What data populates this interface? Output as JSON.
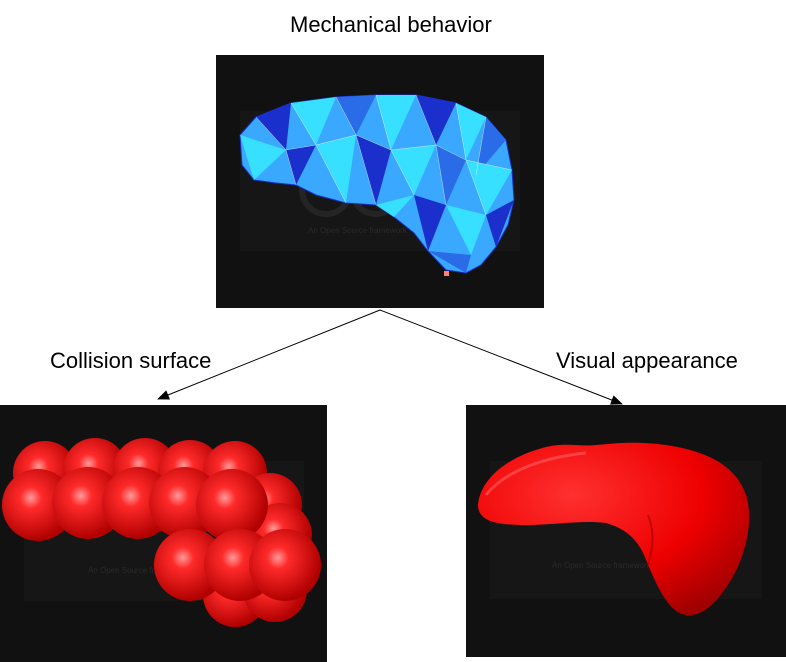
{
  "diagram": {
    "title": "Mechanical behavior",
    "left_label": "Collision surface",
    "right_label": "Visual appearance",
    "watermark_tagline": "An Open Source framework"
  },
  "colors": {
    "panel_bg": "#111111",
    "watermark": "#1c1c1c",
    "mesh_light": "#3aa8ff",
    "mesh_cyan": "#38e0ff",
    "mesh_dark": "#1a2fcc",
    "solid_red": "#ff0000",
    "arrow": "#000000"
  }
}
